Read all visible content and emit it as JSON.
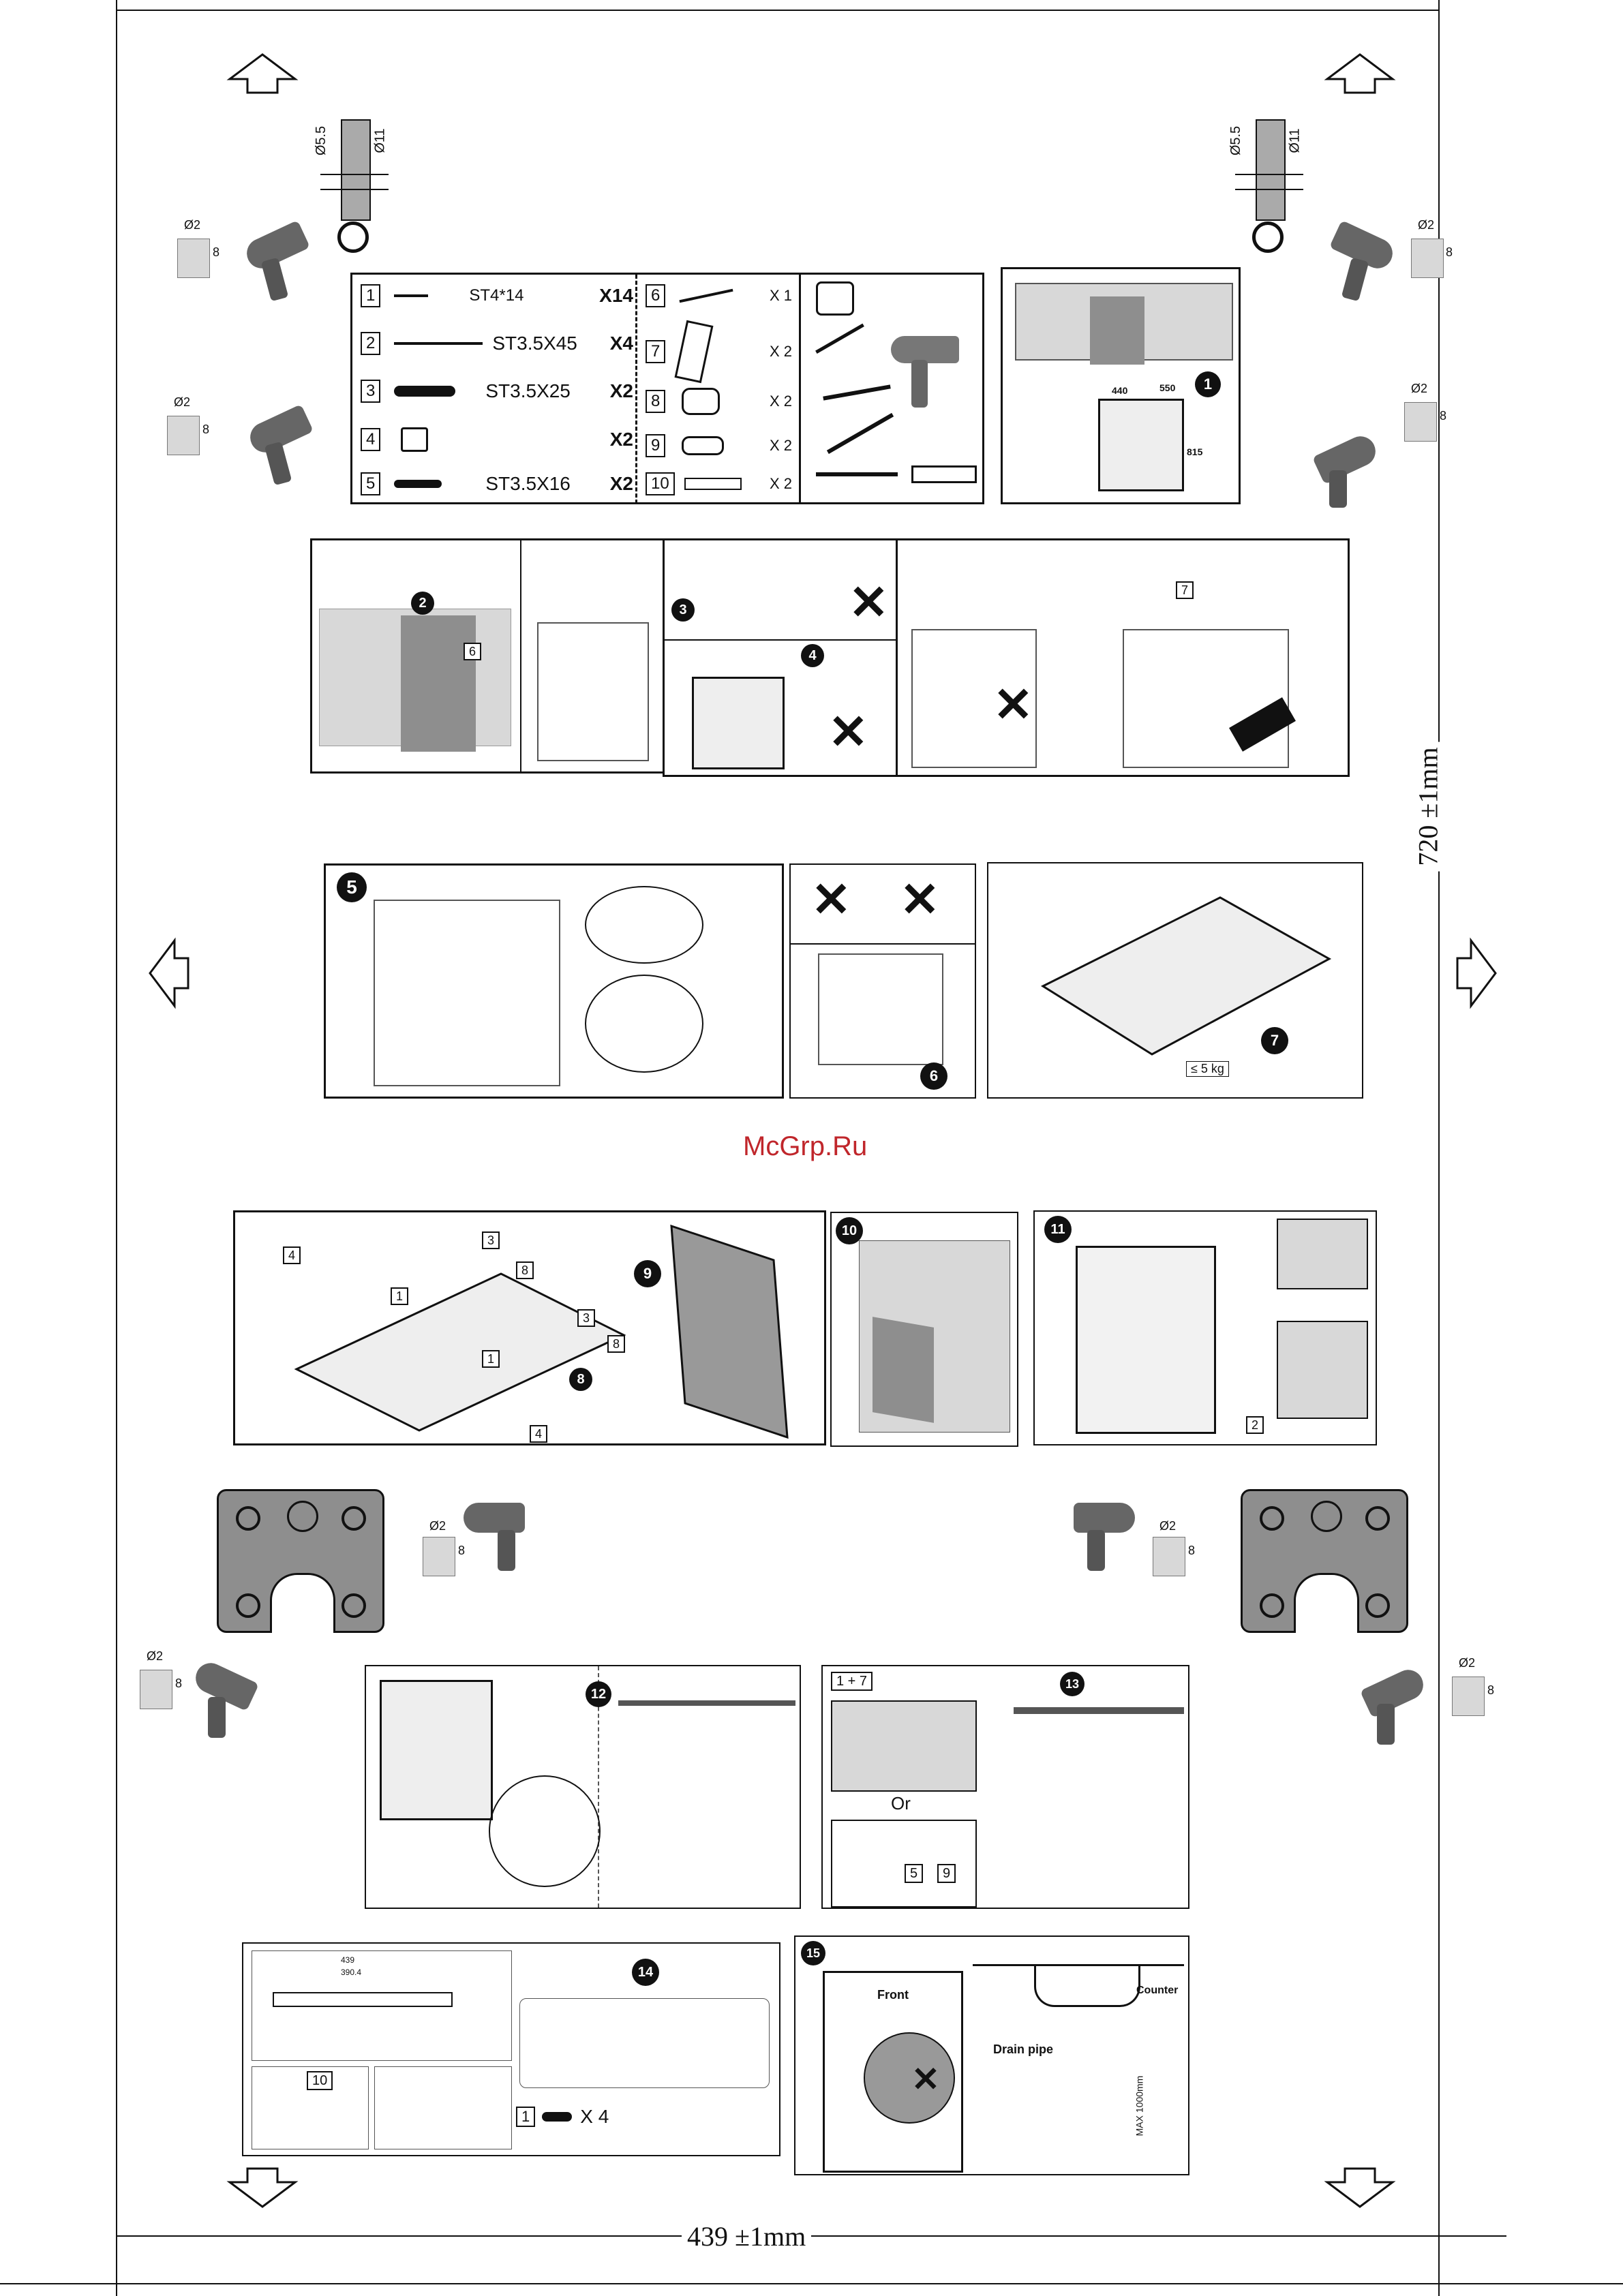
{
  "dimensions": {
    "height": "720 ±1mm",
    "width": "439 ±1mm"
  },
  "watermark": "McGrp.Ru",
  "drill_symbol": {
    "hole": "Ø2",
    "depth": "8"
  },
  "hole_dims": {
    "small": "Ø5.5",
    "large": "Ø11"
  },
  "parts": [
    {
      "num": "1",
      "spec": "ST4*14",
      "qty": "X14"
    },
    {
      "num": "2",
      "spec": "ST3.5X45",
      "qty": "X4"
    },
    {
      "num": "3",
      "spec": "ST3.5X25",
      "qty": "X2"
    },
    {
      "num": "4",
      "spec": "",
      "qty": "X2"
    },
    {
      "num": "5",
      "spec": "ST3.5X16",
      "qty": "X2"
    },
    {
      "num": "6",
      "spec": "",
      "qty": "X 1"
    },
    {
      "num": "7",
      "spec": "",
      "qty": "X 2"
    },
    {
      "num": "8",
      "spec": "",
      "qty": "X 2"
    },
    {
      "num": "9",
      "spec": "",
      "qty": "X 2"
    },
    {
      "num": "10",
      "spec": "",
      "qty": "X 2"
    }
  ],
  "steps": [
    "1",
    "2",
    "3",
    "4",
    "5",
    "6",
    "7",
    "8",
    "9",
    "10",
    "11",
    "12",
    "13",
    "14",
    "15"
  ],
  "step1_dims": {
    "w": "440",
    "d": "550",
    "h": "815"
  },
  "step7_weight": "≤ 5 kg",
  "step13": {
    "combo": "1 + 7",
    "or": "Or",
    "alt1": "5",
    "alt2": "9"
  },
  "step14": {
    "width": "439",
    "inner": "390.4",
    "qty": "X 4",
    "part": "1",
    "part10": "10"
  },
  "step15": {
    "front": "Front",
    "counter": "Counter",
    "drain": "Drain pipe",
    "max": "MAX 1000mm"
  },
  "tags": {
    "t6": "6",
    "t7": "7",
    "t3": "3",
    "t8": "8",
    "t1": "1",
    "t4": "4",
    "t2": "2"
  }
}
